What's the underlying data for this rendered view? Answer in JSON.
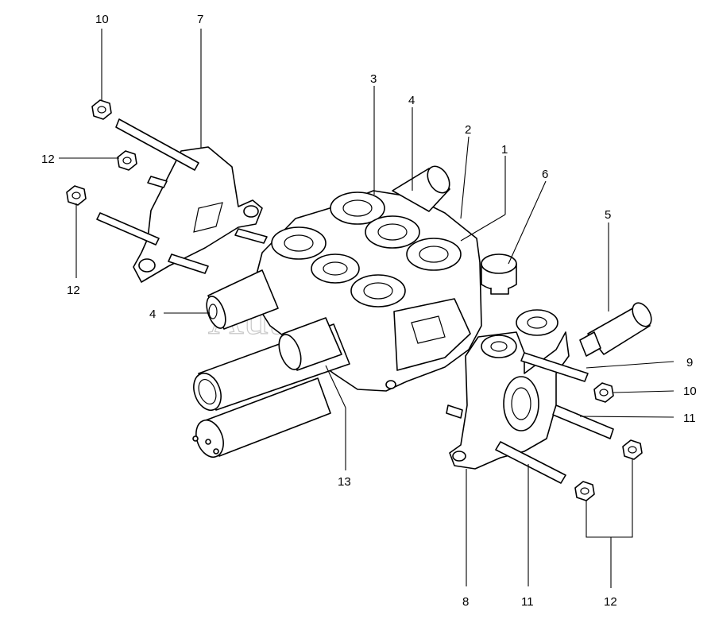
{
  "watermark": "AutoSoft",
  "callouts": {
    "c1": "1",
    "c2": "2",
    "c3": "3",
    "c4_top": "4",
    "c4_left": "4",
    "c5": "5",
    "c6": "6",
    "c7": "7",
    "c8": "8",
    "c9": "9",
    "c10_top": "10",
    "c10_right": "10",
    "c11_right": "11",
    "c11_bottom": "11",
    "c12_left_top": "12",
    "c12_left_bottom": "12",
    "c12_bottom": "12",
    "c13": "13"
  }
}
